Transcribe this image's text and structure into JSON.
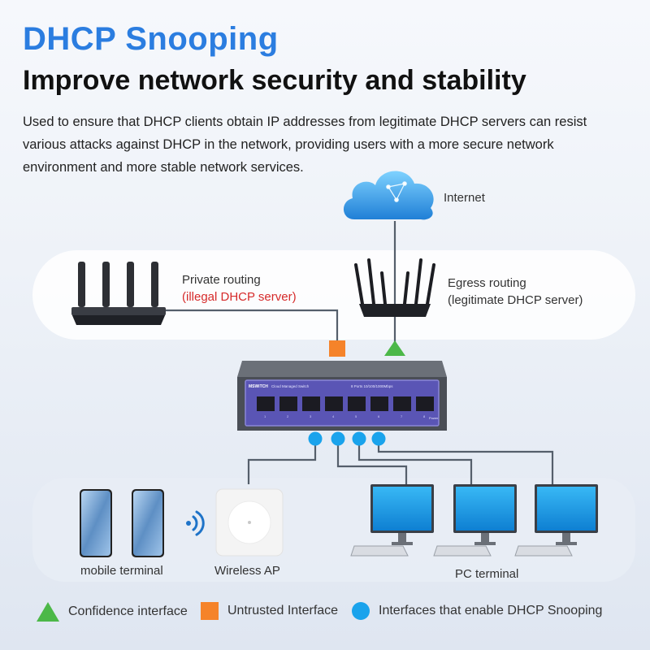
{
  "header": {
    "title": "DHCP Snooping",
    "subtitle": "Improve network security and stability",
    "description": "Used to ensure that DHCP clients obtain IP addresses from legitimate DHCP servers  can resist various attacks against DHCP in the network, providing users with a more secure network environment and more stable network services."
  },
  "diagram": {
    "internet_label": "Internet",
    "private_routing": {
      "line1": "Private routing",
      "line2": "(illegal DHCP server)"
    },
    "egress_routing": {
      "line1": "Egress routing",
      "line2": "(legitimate DHCP server)"
    },
    "switch": {
      "brand": "MSWiTCH",
      "model": "Cloud Managed Switch",
      "ports_label": "8 Ports 10/100/1000Mbps",
      "power_label": "Power",
      "port_numbers": [
        "1",
        "2",
        "3",
        "4",
        "5",
        "6",
        "7",
        "8"
      ]
    },
    "mobile_label": "mobile terminal",
    "ap_label": "Wireless AP",
    "pc_label": "PC terminal"
  },
  "legend": {
    "trusted": "Confidence interface",
    "untrusted": "Untrusted Interface",
    "snooping": "Interfaces that enable DHCP Snooping"
  },
  "colors": {
    "title": "#2b7de0",
    "trusted": "#4cb848",
    "untrusted": "#f5832a",
    "snooping": "#1aa3ec",
    "illegal_text": "#d62a2a",
    "line": "#555f6b"
  },
  "icons": [
    "cloud-icon",
    "router-icon",
    "switch-icon",
    "smartphone-icon",
    "wifi-icon",
    "access-point-icon",
    "desktop-pc-icon"
  ]
}
